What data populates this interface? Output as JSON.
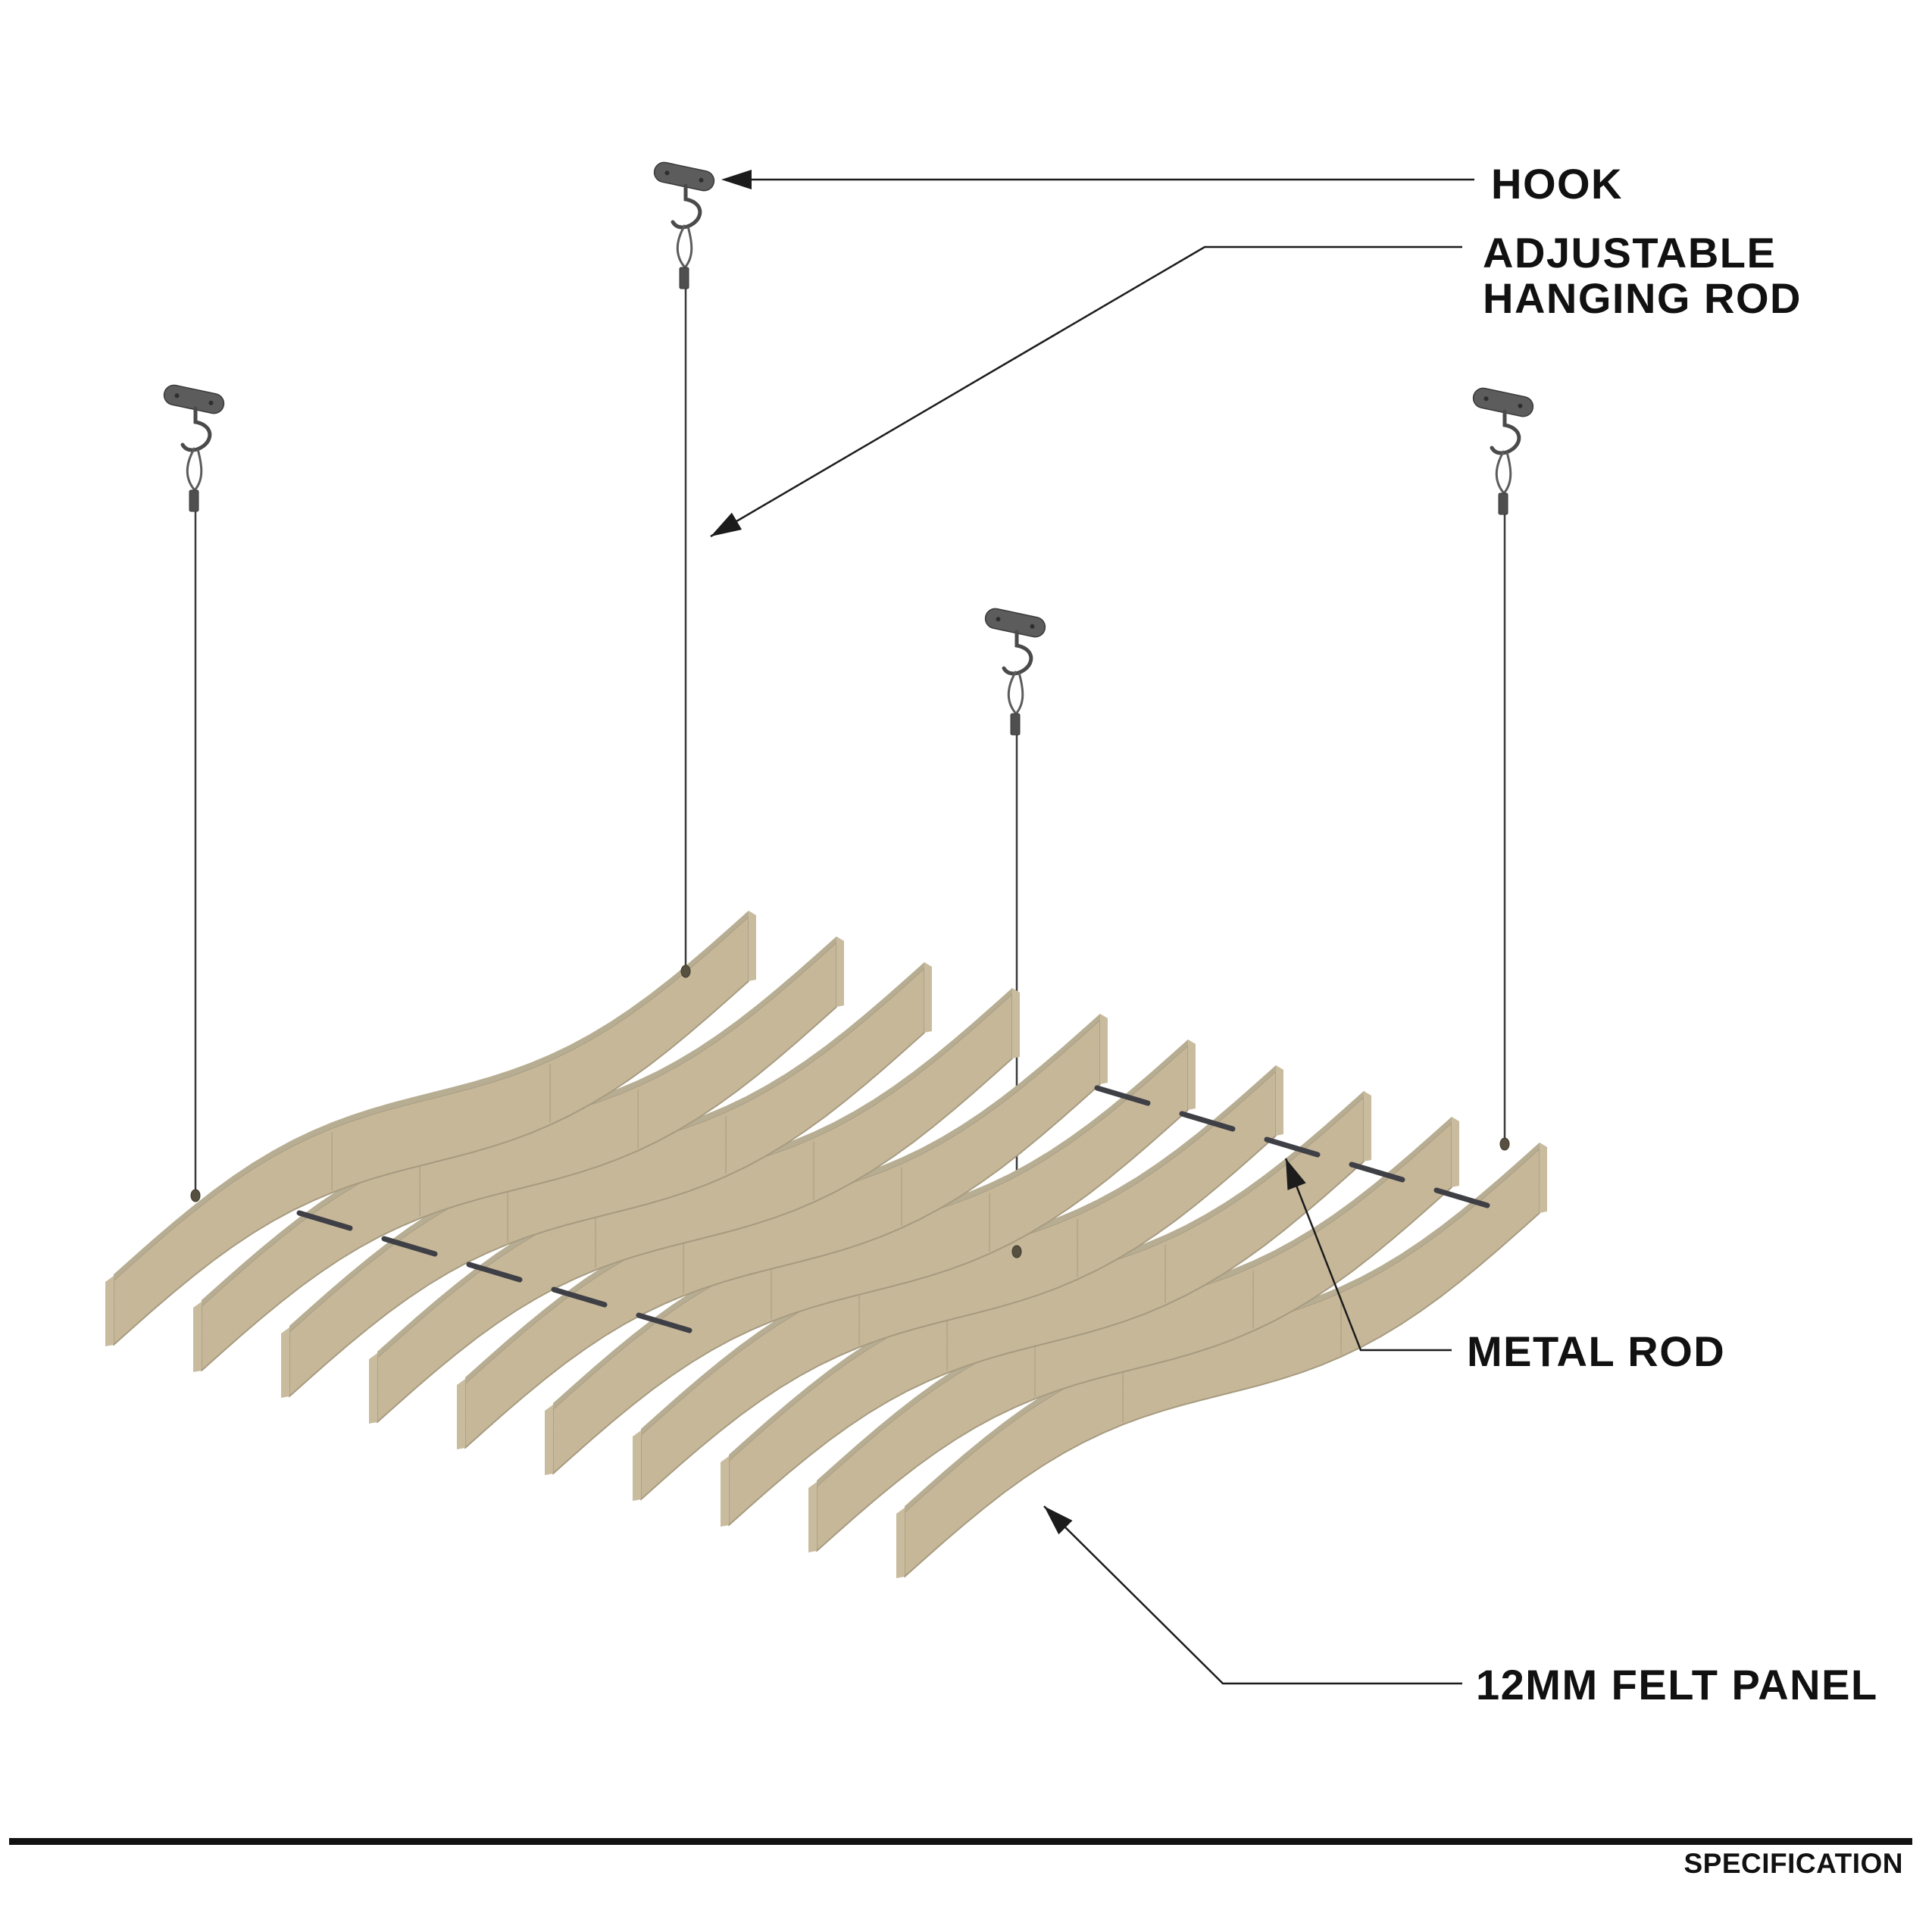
{
  "labels": {
    "hook": "HOOK",
    "adjustable_hanging_rod_line1": "ADJUSTABLE",
    "adjustable_hanging_rod_line2": "HANGING ROD",
    "metal_rod": "METAL ROD",
    "felt_panel": "12MM FELT PANEL",
    "footer": "SPECIFICATION"
  },
  "colors": {
    "background": "#ffffff",
    "felt_face": "#d8c7a4",
    "felt_edge_band": "#b7ad92",
    "felt_end_cap": "#c9bc9e",
    "felt_outline": "#a79c80",
    "felt_seam": "#bcae8f",
    "metal_rod": "#3f3f46",
    "hardware_plate": "#5c5c5c",
    "hardware_dark": "#3a3a3a",
    "hook_metal": "#4a4a4a",
    "wire": "#3a3a3a",
    "hole": "#55503f",
    "leader_line": "#1c1c1c",
    "text": "#111111"
  },
  "counts": {
    "felt_panels": 10,
    "metal_rods": 2,
    "hooks": 4
  }
}
